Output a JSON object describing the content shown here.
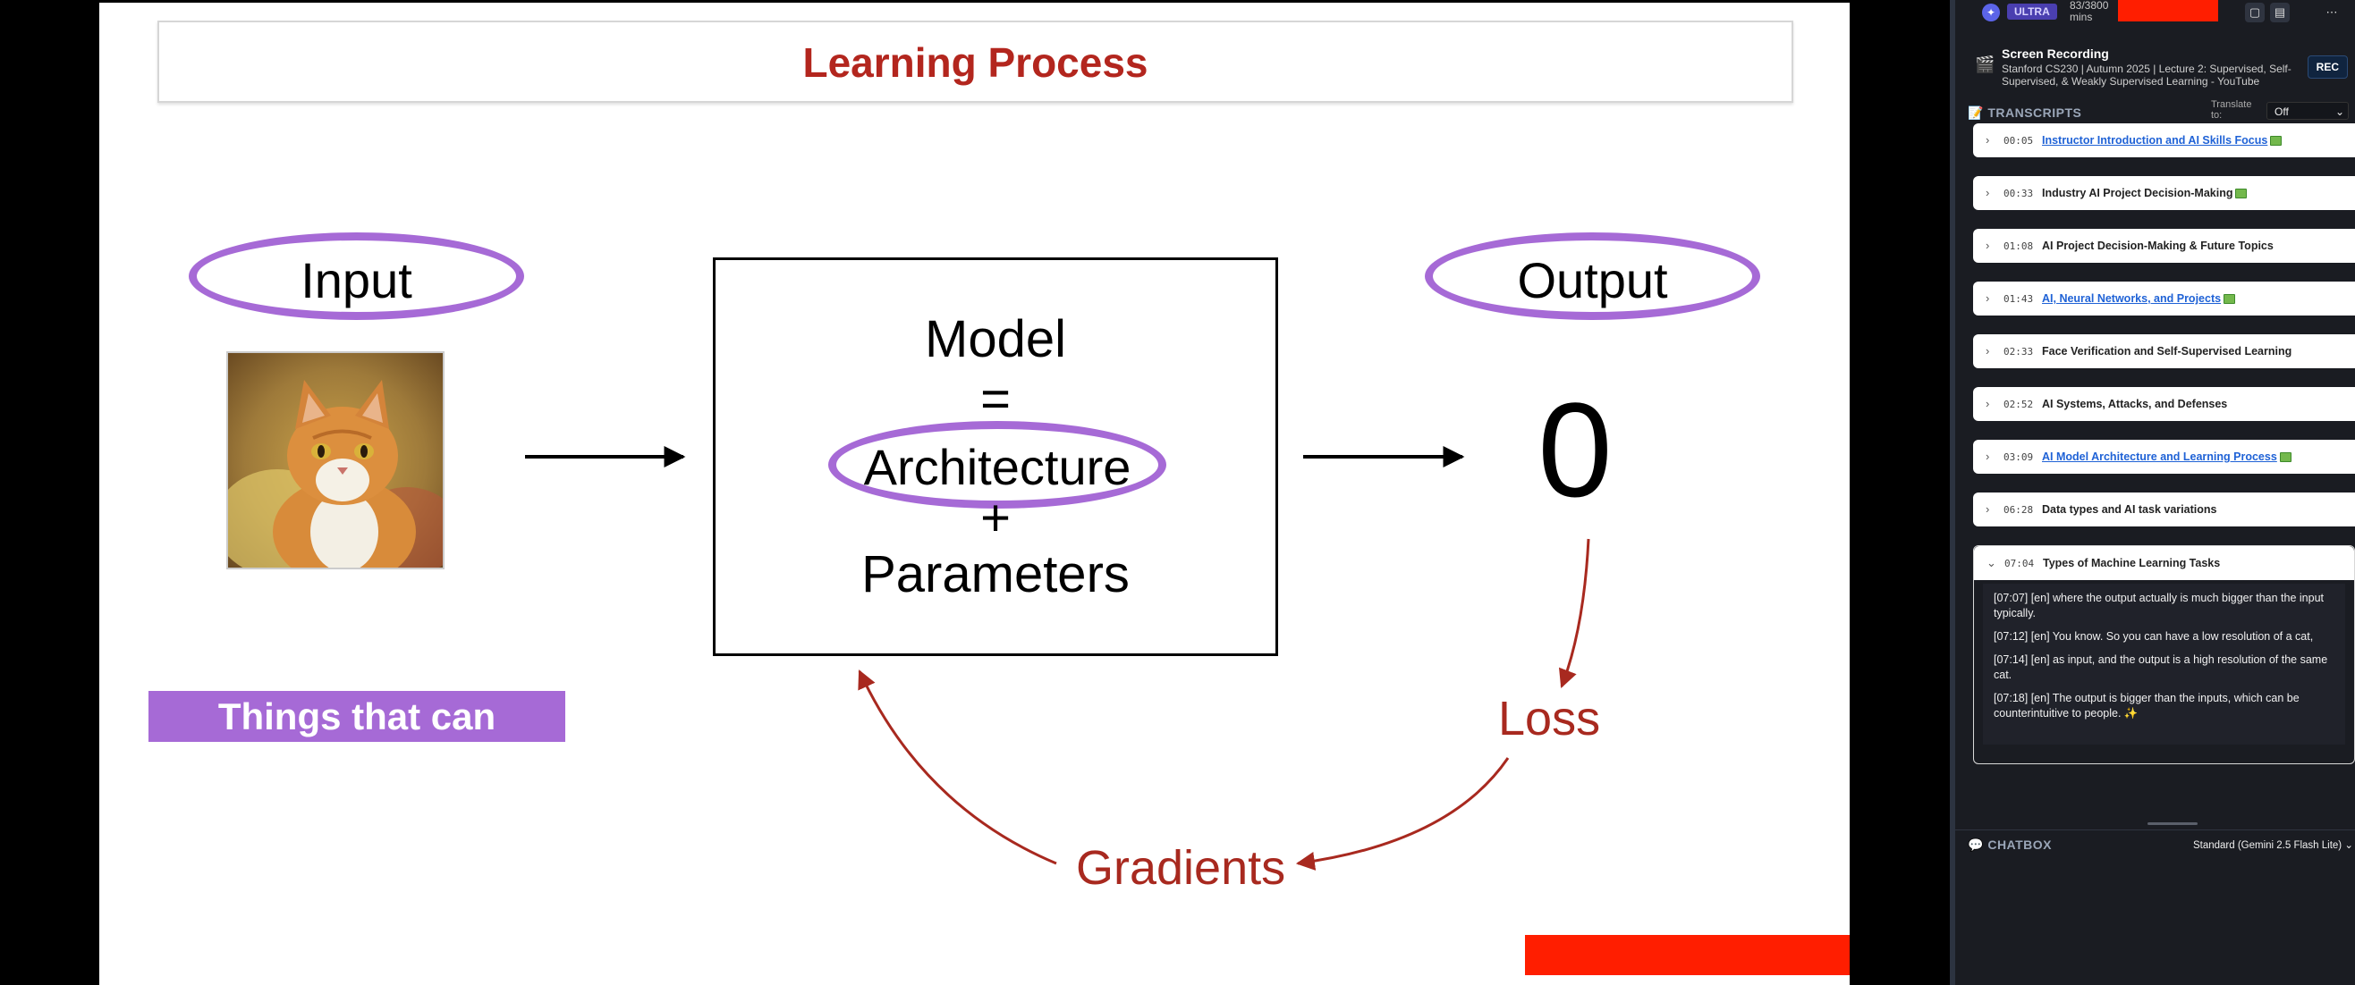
{
  "slide": {
    "title": "Learning Process",
    "input_label": "Input",
    "output_label": "Output",
    "model_lines": [
      "Model",
      "=",
      "Architecture",
      "+",
      "Parameters"
    ],
    "output_value": "0",
    "loss_label": "Loss",
    "gradients_label": "Gradients",
    "highlight_label": "Things that can change",
    "cat_image": "cat-photo",
    "colors": {
      "title": "#b3261e",
      "oval": "#a66ad6",
      "red_text": "#a8291f",
      "highlight_bg": "#a66ad6"
    }
  },
  "sidebar": {
    "badge": "ULTRA",
    "usage": "83/3800 mins",
    "recording": {
      "title": "Screen Recording",
      "subtitle": "Stanford CS230 | Autumn 2025 | Lecture 2: Supervised, Self-Supervised, & Weakly Supervised Learning - YouTube",
      "rec_button": "REC"
    },
    "transcripts": {
      "title": "TRANSCRIPTS",
      "translate_label": "Translate to:",
      "translate_value": "Off",
      "items": [
        {
          "time": "00:05",
          "title": "Instructor Introduction and AI Skills Focus",
          "link": true,
          "mark": true
        },
        {
          "time": "00:33",
          "title": "Industry AI Project Decision-Making",
          "link": false,
          "mark": true
        },
        {
          "time": "01:08",
          "title": "AI Project Decision-Making & Future Topics",
          "link": false,
          "mark": false
        },
        {
          "time": "01:43",
          "title": "AI, Neural Networks, and Projects",
          "link": true,
          "mark": true
        },
        {
          "time": "02:33",
          "title": "Face Verification and Self-Supervised Learning",
          "link": false,
          "mark": false
        },
        {
          "time": "02:52",
          "title": "AI Systems, Attacks, and Defenses",
          "link": false,
          "mark": false
        },
        {
          "time": "03:09",
          "title": "AI Model Architecture and Learning Process",
          "link": true,
          "mark": true
        },
        {
          "time": "06:28",
          "title": "Data types and AI task variations",
          "link": false,
          "mark": false
        }
      ],
      "expanded": {
        "time": "07:04",
        "title": "Types of Machine Learning Tasks",
        "lines": [
          "[07:07] [en] where the output actually is much bigger than the input typically.",
          "[07:12] [en] You know. So you can have a low resolution of a cat,",
          "[07:14] [en] as input, and the output is a high resolution of the same cat.",
          "[07:18] [en] The output is bigger than the inputs, which can be counterintuitive to people. ✨"
        ]
      }
    },
    "chatbox": {
      "title": "CHATBOX",
      "model": "Standard (Gemini 2.5 Flash Lite)"
    }
  }
}
